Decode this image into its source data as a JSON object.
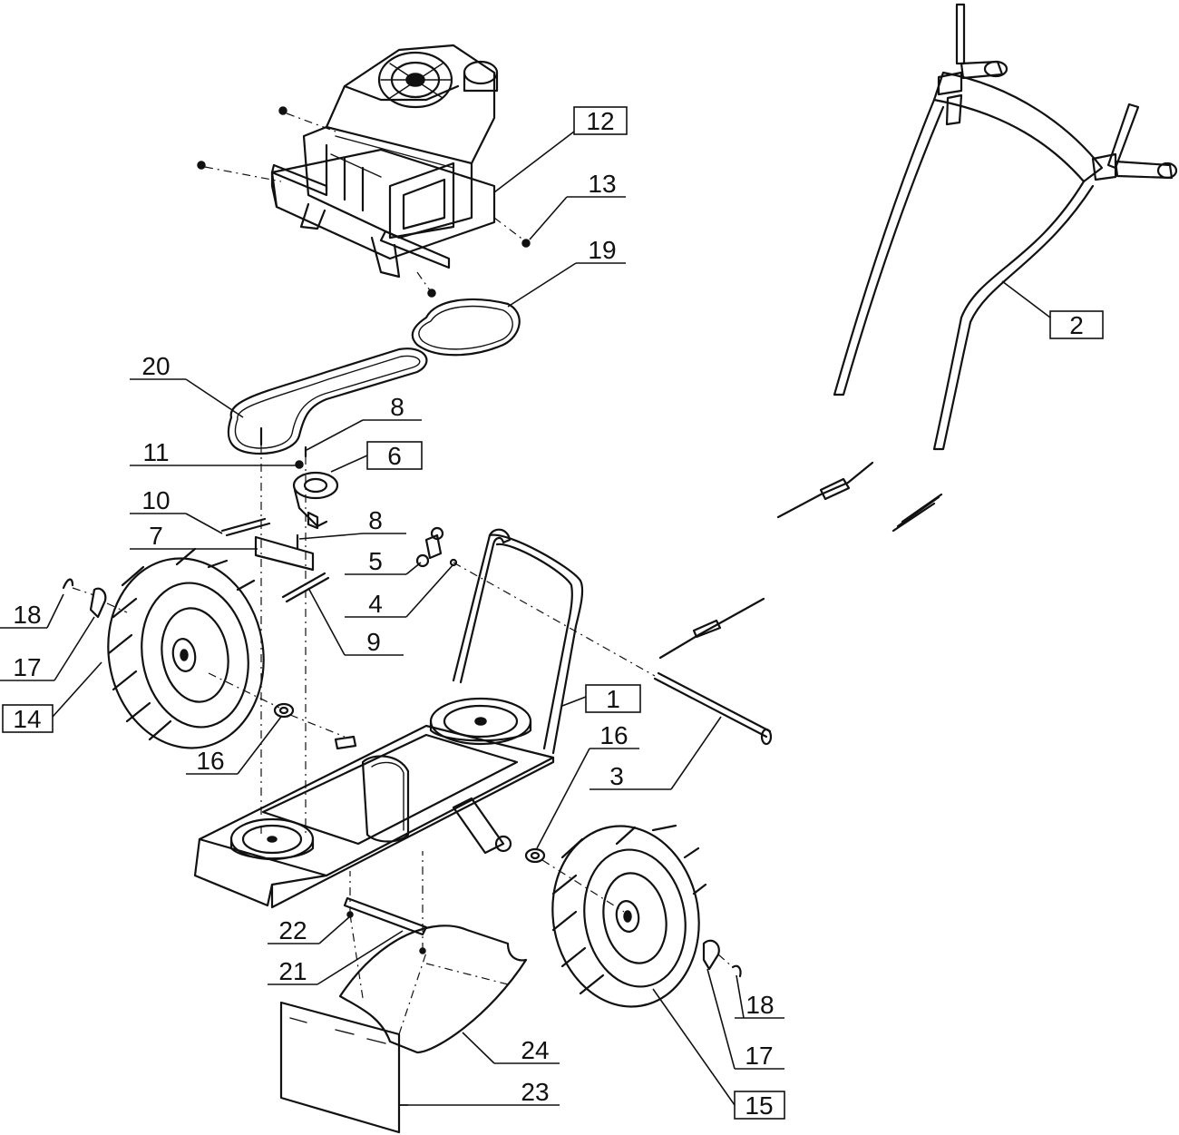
{
  "callouts": [
    {
      "id": "c1",
      "text": "1",
      "boxed": true
    },
    {
      "id": "c2",
      "text": "2",
      "boxed": true
    },
    {
      "id": "c3",
      "text": "3",
      "boxed": false
    },
    {
      "id": "c4",
      "text": "4",
      "boxed": false
    },
    {
      "id": "c5",
      "text": "5",
      "boxed": false
    },
    {
      "id": "c6",
      "text": "6",
      "boxed": true
    },
    {
      "id": "c7",
      "text": "7",
      "boxed": false
    },
    {
      "id": "c8a",
      "text": "8",
      "boxed": false
    },
    {
      "id": "c8b",
      "text": "8",
      "boxed": false
    },
    {
      "id": "c9",
      "text": "9",
      "boxed": false
    },
    {
      "id": "c10",
      "text": "10",
      "boxed": false
    },
    {
      "id": "c11",
      "text": "11",
      "boxed": false
    },
    {
      "id": "c12",
      "text": "12",
      "boxed": true
    },
    {
      "id": "c13",
      "text": "13",
      "boxed": false
    },
    {
      "id": "c14",
      "text": "14",
      "boxed": true
    },
    {
      "id": "c15",
      "text": "15",
      "boxed": true
    },
    {
      "id": "c16a",
      "text": "16",
      "boxed": false
    },
    {
      "id": "c16b",
      "text": "16",
      "boxed": false
    },
    {
      "id": "c17a",
      "text": "17",
      "boxed": false
    },
    {
      "id": "c17b",
      "text": "17",
      "boxed": false
    },
    {
      "id": "c18a",
      "text": "18",
      "boxed": false
    },
    {
      "id": "c18b",
      "text": "18",
      "boxed": false
    },
    {
      "id": "c19",
      "text": "19",
      "boxed": false
    },
    {
      "id": "c20",
      "text": "20",
      "boxed": false
    },
    {
      "id": "c21",
      "text": "21",
      "boxed": false
    },
    {
      "id": "c22",
      "text": "22",
      "boxed": false
    },
    {
      "id": "c23",
      "text": "23",
      "boxed": false
    },
    {
      "id": "c24",
      "text": "24",
      "boxed": false
    }
  ]
}
